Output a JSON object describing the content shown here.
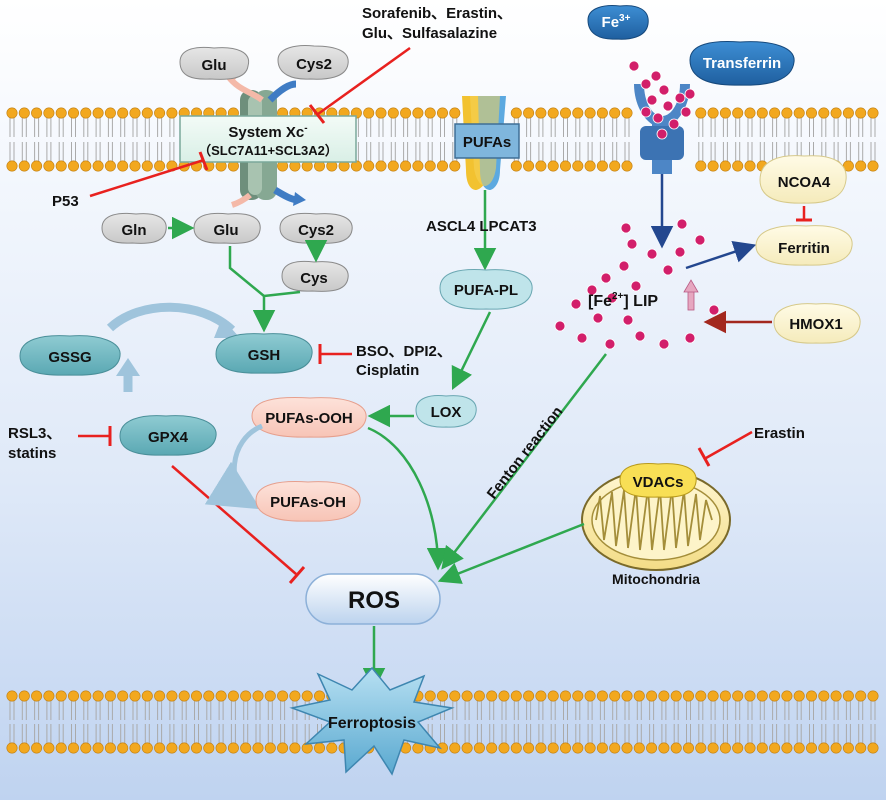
{
  "colors": {
    "activation_arrow": "#2fa84f",
    "inhibition": "#e8211f",
    "iron_arrow": "#23478f",
    "hmox_arrow": "#a3281e",
    "membrane_head": "#f2a81f",
    "grey_node": "#d7d7d7",
    "teal_node": "#6fb6bf",
    "pink_node": "#fad3c8",
    "cream_node": "#fbf3cf",
    "iron_particle": "#d21f6a"
  },
  "nodes": {
    "glu_out": "Glu",
    "cys2_out": "Cys2",
    "system_xc": "System Xc",
    "system_xc_sup": "-",
    "system_xc_sub": "（SLC7A11+SCL3A2）",
    "pufas_channel": "PUFAs",
    "fe3": "Fe",
    "fe3_sup": "3+",
    "transferrin": "Transferrin",
    "gln": "Gln",
    "glu_in": "Glu",
    "cys2_in": "Cys2",
    "cys": "Cys",
    "gssg": "GSSG",
    "gsh": "GSH",
    "gpx4": "GPX4",
    "pufa_pl": "PUFA-PL",
    "lox": "LOX",
    "pufas_ooh": "PUFAs-OOH",
    "pufas_oh": "PUFAs-OH",
    "ncoa4": "NCOA4",
    "ferritin": "Ferritin",
    "hmox1": "HMOX1",
    "lip_prefix": "[Fe",
    "lip_sup": "2+",
    "lip_suffix": "] LIP",
    "vdacs": "VDACs",
    "mitochondria": "Mitochondria",
    "ros": "ROS",
    "ferroptosis": "Ferroptosis"
  },
  "labels": {
    "inhibitors_xc_line1": "Sorafenib、Erastin、",
    "inhibitors_xc_line2": "Glu、Sulfasalazine",
    "p53": "P53",
    "acsl4_lpcat3": "ASCL4  LPCAT3",
    "bso_line1": "BSO、DPI2、",
    "bso_line2": "Cisplatin",
    "rsl3_line1": "RSL3、",
    "rsl3_line2": "statins",
    "fenton": "Fenton reaction",
    "erastin": "Erastin"
  }
}
